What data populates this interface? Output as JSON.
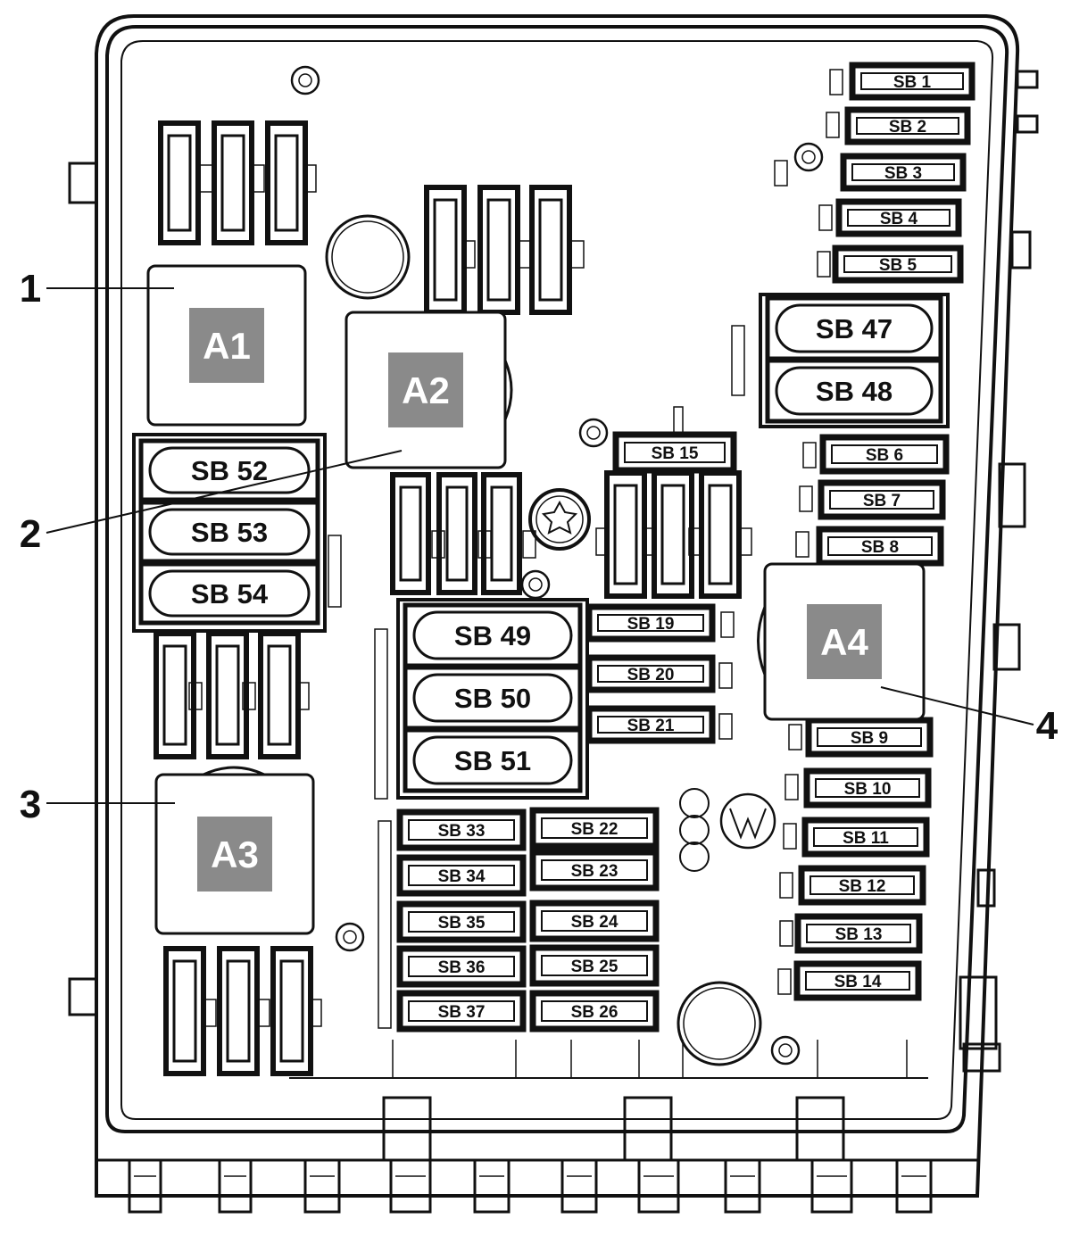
{
  "relays": [
    {
      "id": "A1",
      "label": "A1"
    },
    {
      "id": "A2",
      "label": "A2"
    },
    {
      "id": "A3",
      "label": "A3"
    },
    {
      "id": "A4",
      "label": "A4"
    }
  ],
  "callouts": [
    {
      "id": "c1",
      "label": "1",
      "target": "A1"
    },
    {
      "id": "c2",
      "label": "2",
      "target": "A2"
    },
    {
      "id": "c3",
      "label": "3",
      "target": "A3"
    },
    {
      "id": "c4",
      "label": "4",
      "target": "A4"
    }
  ],
  "large_fuses": [
    {
      "id": "sb47",
      "label": "SB 47"
    },
    {
      "id": "sb48",
      "label": "SB 48"
    },
    {
      "id": "sb49",
      "label": "SB 49"
    },
    {
      "id": "sb50",
      "label": "SB 50"
    },
    {
      "id": "sb51",
      "label": "SB 51"
    },
    {
      "id": "sb52",
      "label": "SB 52"
    },
    {
      "id": "sb53",
      "label": "SB 53"
    },
    {
      "id": "sb54",
      "label": "SB 54"
    }
  ],
  "small_fuses": [
    {
      "id": "sb1",
      "label": "SB 1"
    },
    {
      "id": "sb2",
      "label": "SB 2"
    },
    {
      "id": "sb3",
      "label": "SB 3"
    },
    {
      "id": "sb4",
      "label": "SB 4"
    },
    {
      "id": "sb5",
      "label": "SB 5"
    },
    {
      "id": "sb6",
      "label": "SB 6"
    },
    {
      "id": "sb7",
      "label": "SB 7"
    },
    {
      "id": "sb8",
      "label": "SB 8"
    },
    {
      "id": "sb9",
      "label": "SB 9"
    },
    {
      "id": "sb10",
      "label": "SB 10"
    },
    {
      "id": "sb11",
      "label": "SB 11"
    },
    {
      "id": "sb12",
      "label": "SB 12"
    },
    {
      "id": "sb13",
      "label": "SB 13"
    },
    {
      "id": "sb14",
      "label": "SB 14"
    },
    {
      "id": "sb15",
      "label": "SB 15"
    },
    {
      "id": "sb19",
      "label": "SB 19"
    },
    {
      "id": "sb20",
      "label": "SB 20"
    },
    {
      "id": "sb21",
      "label": "SB 21"
    },
    {
      "id": "sb22",
      "label": "SB 22"
    },
    {
      "id": "sb23",
      "label": "SB 23"
    },
    {
      "id": "sb24",
      "label": "SB 24"
    },
    {
      "id": "sb25",
      "label": "SB 25"
    },
    {
      "id": "sb26",
      "label": "SB 26"
    },
    {
      "id": "sb33",
      "label": "SB 33"
    },
    {
      "id": "sb34",
      "label": "SB 34"
    },
    {
      "id": "sb35",
      "label": "SB 35"
    },
    {
      "id": "sb36",
      "label": "SB 36"
    },
    {
      "id": "sb37",
      "label": "SB 37"
    }
  ],
  "colors": {
    "outline": "#111111",
    "relay_badge": "#8a8a8a",
    "background": "#ffffff",
    "fuse_body": "#ffffff"
  }
}
